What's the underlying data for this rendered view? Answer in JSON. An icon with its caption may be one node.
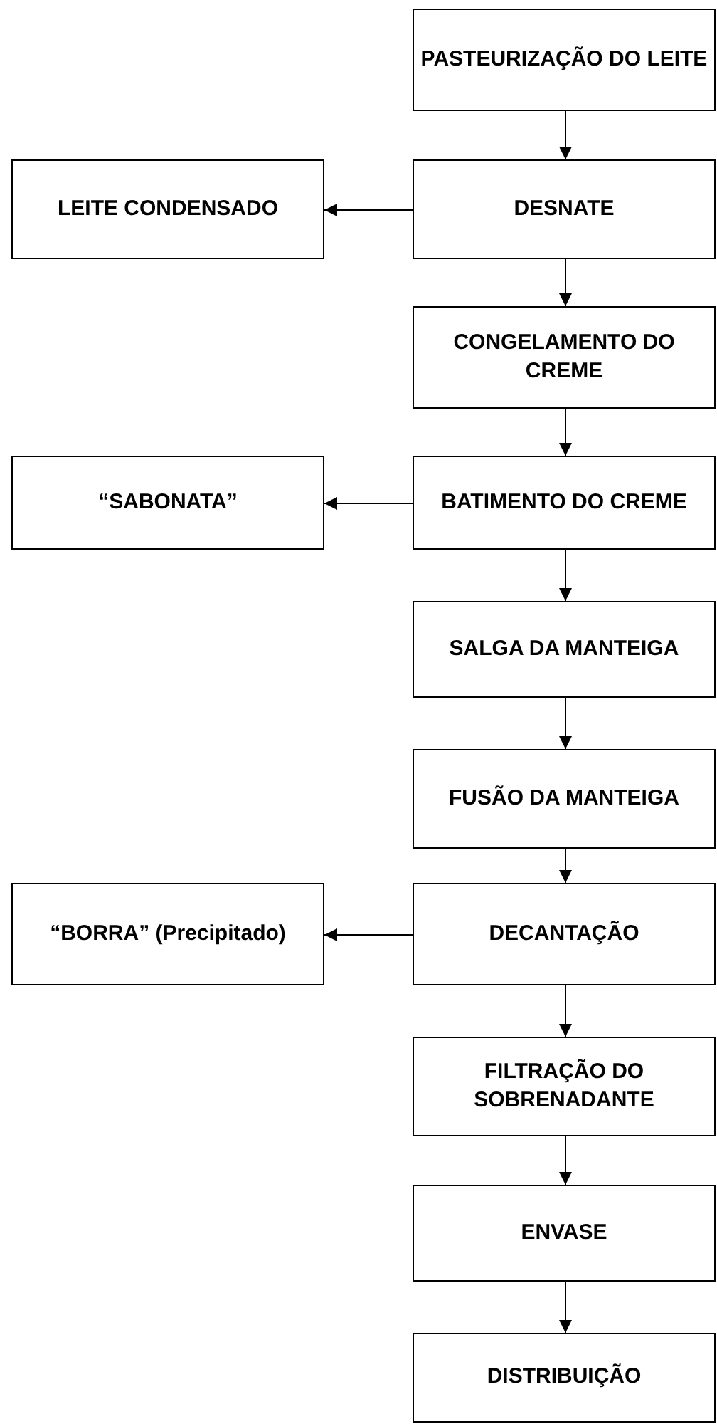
{
  "diagram": {
    "nodes": [
      {
        "text": [
          "PASTEURIZAÇÃO DO LEITE"
        ]
      },
      {
        "text": [
          "LEITE CONDENSADO"
        ]
      },
      {
        "text": [
          "DESNATE"
        ]
      },
      {
        "text": [
          "CONGELAMENTO DO CREME"
        ]
      },
      {
        "text": [
          "“SABONATA”"
        ]
      },
      {
        "text": [
          "BATIMENTO DO CREME"
        ]
      },
      {
        "text": [
          "SALGA DA MANTEIGA"
        ]
      },
      {
        "text": [
          "FUSÃO DA MANTEIGA"
        ]
      },
      {
        "text": [
          "“BORRA” (Precipitado)"
        ]
      },
      {
        "text": [
          "DECANTAÇÃO"
        ]
      },
      {
        "text": [
          "FILTRAÇÃO DO SOBRENADANTE"
        ]
      },
      {
        "text": [
          "ENVASE"
        ]
      },
      {
        "text": [
          "DISTRIBUIÇÃO"
        ]
      }
    ],
    "edges": [
      {
        "from": 0,
        "to": 2,
        "arrow": "to"
      },
      {
        "from": 2,
        "to": 1,
        "arrow": "to"
      },
      {
        "from": 2,
        "to": 3,
        "arrow": "to"
      },
      {
        "from": 3,
        "to": 5,
        "arrow": "to"
      },
      {
        "from": 5,
        "to": 4,
        "arrow": "to"
      },
      {
        "from": 5,
        "to": 6,
        "arrow": "to"
      },
      {
        "from": 6,
        "to": 7,
        "arrow": "to"
      },
      {
        "from": 7,
        "to": 9,
        "arrow": "to"
      },
      {
        "from": 9,
        "to": 8,
        "arrow": "to"
      },
      {
        "from": 9,
        "to": 10,
        "arrow": "to"
      },
      {
        "from": 10,
        "to": 11,
        "arrow": "to"
      },
      {
        "from": 11,
        "to": 12,
        "arrow": "to"
      }
    ]
  }
}
